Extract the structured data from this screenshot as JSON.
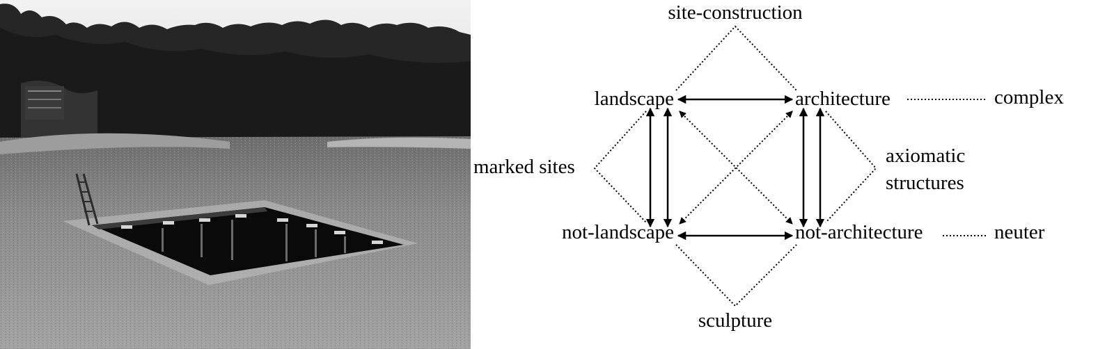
{
  "diagram": {
    "nodes": {
      "top": "site-construction",
      "landscape": "landscape",
      "architecture": "architecture",
      "complex": "complex",
      "left": "marked sites",
      "right_line1": "axiomatic",
      "right_line2": "structures",
      "not_landscape": "not-landscape",
      "not_architecture": "not-architecture",
      "neuter": "neuter",
      "bottom": "sculpture"
    }
  }
}
